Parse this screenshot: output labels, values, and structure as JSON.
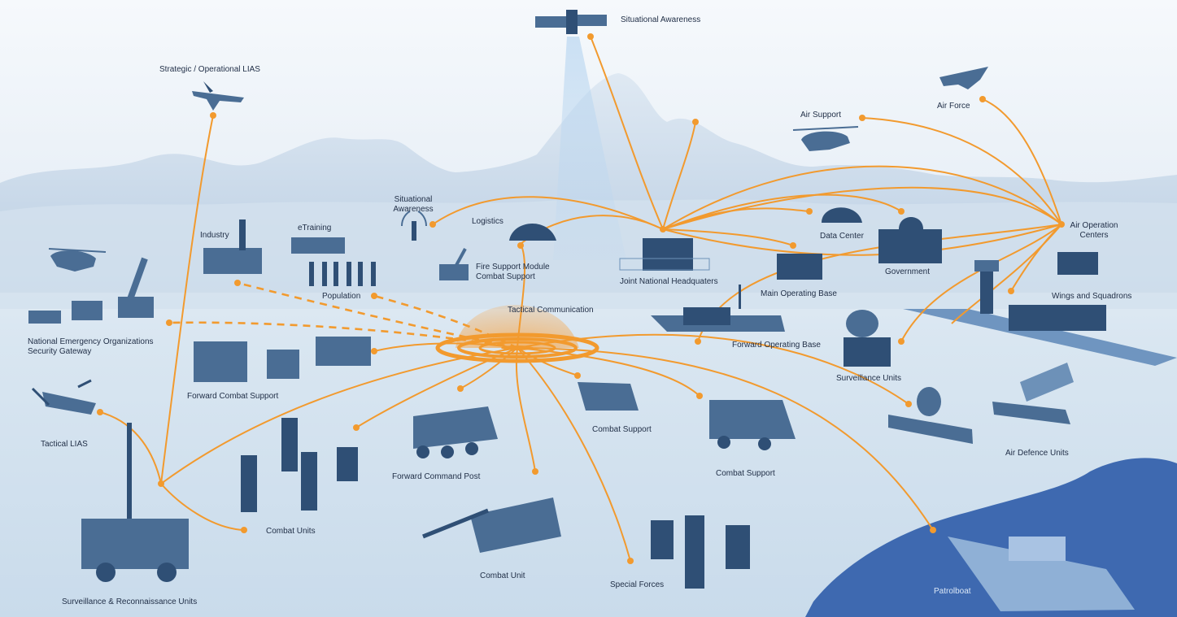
{
  "colors": {
    "link": "#f29a2e",
    "unit": "#4a6d94",
    "sea": "#3e69b0",
    "mountain": "#cddceb"
  },
  "labels": {
    "situational_awareness_top": "Situational Awareness",
    "strategic_lias": "Strategic / Operational LIAS",
    "air_force": "Air Force",
    "air_support": "Air Support",
    "industry": "Industry",
    "etraining": "eTraining",
    "situational_awareness": "Situational\nAwareness",
    "logistics": "Logistics",
    "data_center": "Data Center",
    "air_operation_centers": "Air Operation\nCenters",
    "government": "Government",
    "fire_support": "Fire Support Module\nCombat Support",
    "joint_hq": "Joint National Headquaters",
    "main_operating_base": "Main Operating Base",
    "wings_squadrons": "Wings and Squadrons",
    "population": "Population",
    "tactical_communication": "Tactical Communication",
    "national_emergency": "National Emergency Organizations\nSecurity Gateway",
    "forward_operating_base": "Forward Operating Base",
    "surveillance_units": "Surveillance Units",
    "forward_combat_support": "Forward Combat Support",
    "combat_support_1": "Combat Support",
    "combat_support_2": "Combat Support",
    "tactical_lias": "Tactical LIAS",
    "air_defence_units": "Air Defence Units",
    "forward_command_post": "Forward Command Post",
    "combat_units": "Combat Units",
    "combat_unit": "Combat Unit",
    "special_forces": "Special Forces",
    "surveillance_recon": "Surveillance & Reconnaissance Units",
    "patrolboat": "Patrolboat"
  }
}
